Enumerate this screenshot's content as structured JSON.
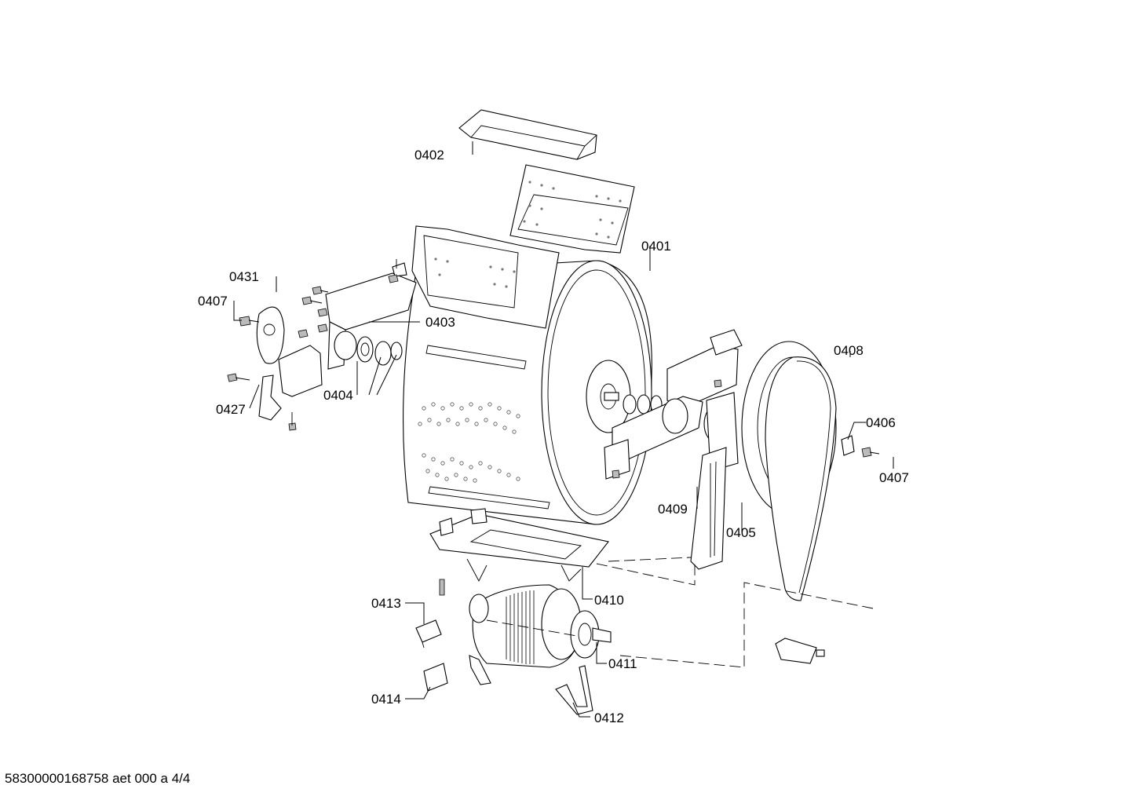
{
  "labels": {
    "l0402": "0402",
    "l0401": "0401",
    "l0431": "0431",
    "l0407a": "0407",
    "l0403": "0403",
    "l0404": "0404",
    "l0427": "0427",
    "l0408": "0408",
    "l0406": "0406",
    "l0407b": "0407",
    "l0409": "0409",
    "l0405": "0405",
    "l0410": "0410",
    "l0413": "0413",
    "l0411": "0411",
    "l0414": "0414",
    "l0412": "0412"
  },
  "footer": "58300000168758 aet 000 a 4/4"
}
